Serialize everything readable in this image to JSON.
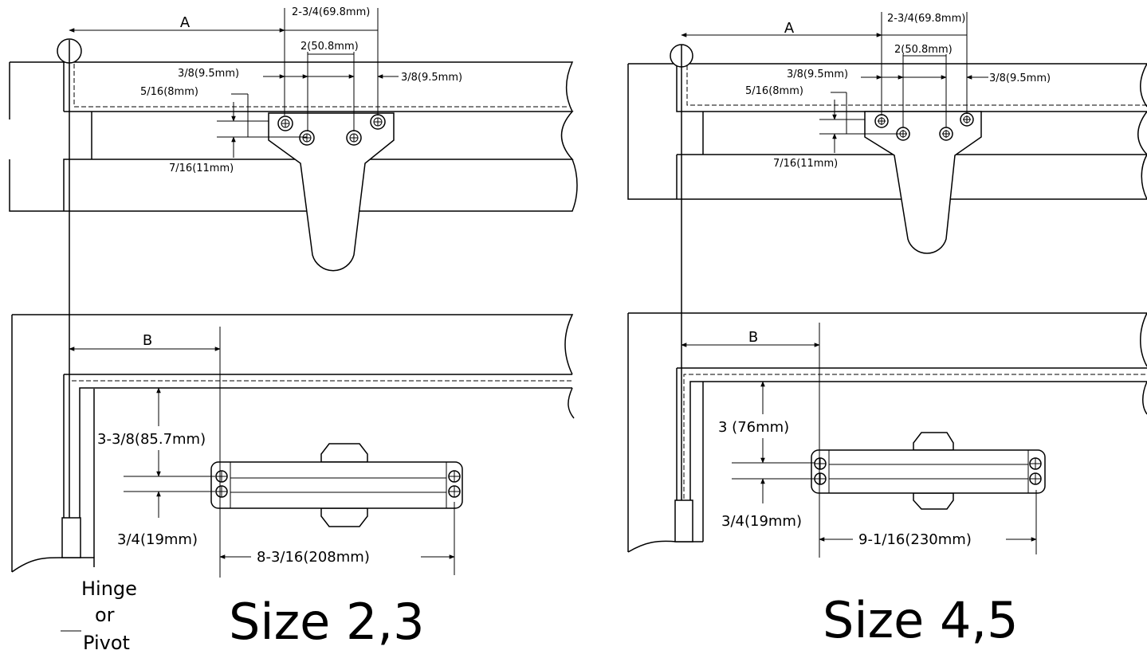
{
  "left_panel": {
    "dim_a": "A",
    "dim_a_total": "2-3/4(69.8mm)",
    "dim_a_mid": "2(50.8mm)",
    "dim_a_left_offset": "3/8(9.5mm)",
    "dim_a_right_offset": "3/8(9.5mm)",
    "dim_a_top_offset": "5/16(8mm)",
    "dim_a_hole_spacing": "7/16(11mm)",
    "dim_b": "B",
    "dim_b_vertical": "3-3/8(85.7mm)",
    "dim_b_hole_spacing": "3/4(19mm)",
    "dim_b_length": "8-3/16(208mm)",
    "hinge_line1": "Hinge",
    "hinge_line2": "or",
    "hinge_line3": "Pivot",
    "size_label": "Size 2,3"
  },
  "right_panel": {
    "dim_a": "A",
    "dim_a_total": "2-3/4(69.8mm)",
    "dim_a_mid": "2(50.8mm)",
    "dim_a_left_offset": "3/8(9.5mm)",
    "dim_a_right_offset": "3/8(9.5mm)",
    "dim_a_top_offset": "5/16(8mm)",
    "dim_a_hole_spacing": "7/16(11mm)",
    "dim_b": "B",
    "dim_b_vertical": "3 (76mm)",
    "dim_b_hole_spacing": "3/4(19mm)",
    "dim_b_length": "9-1/16(230mm)",
    "size_label": "Size 4,5"
  }
}
